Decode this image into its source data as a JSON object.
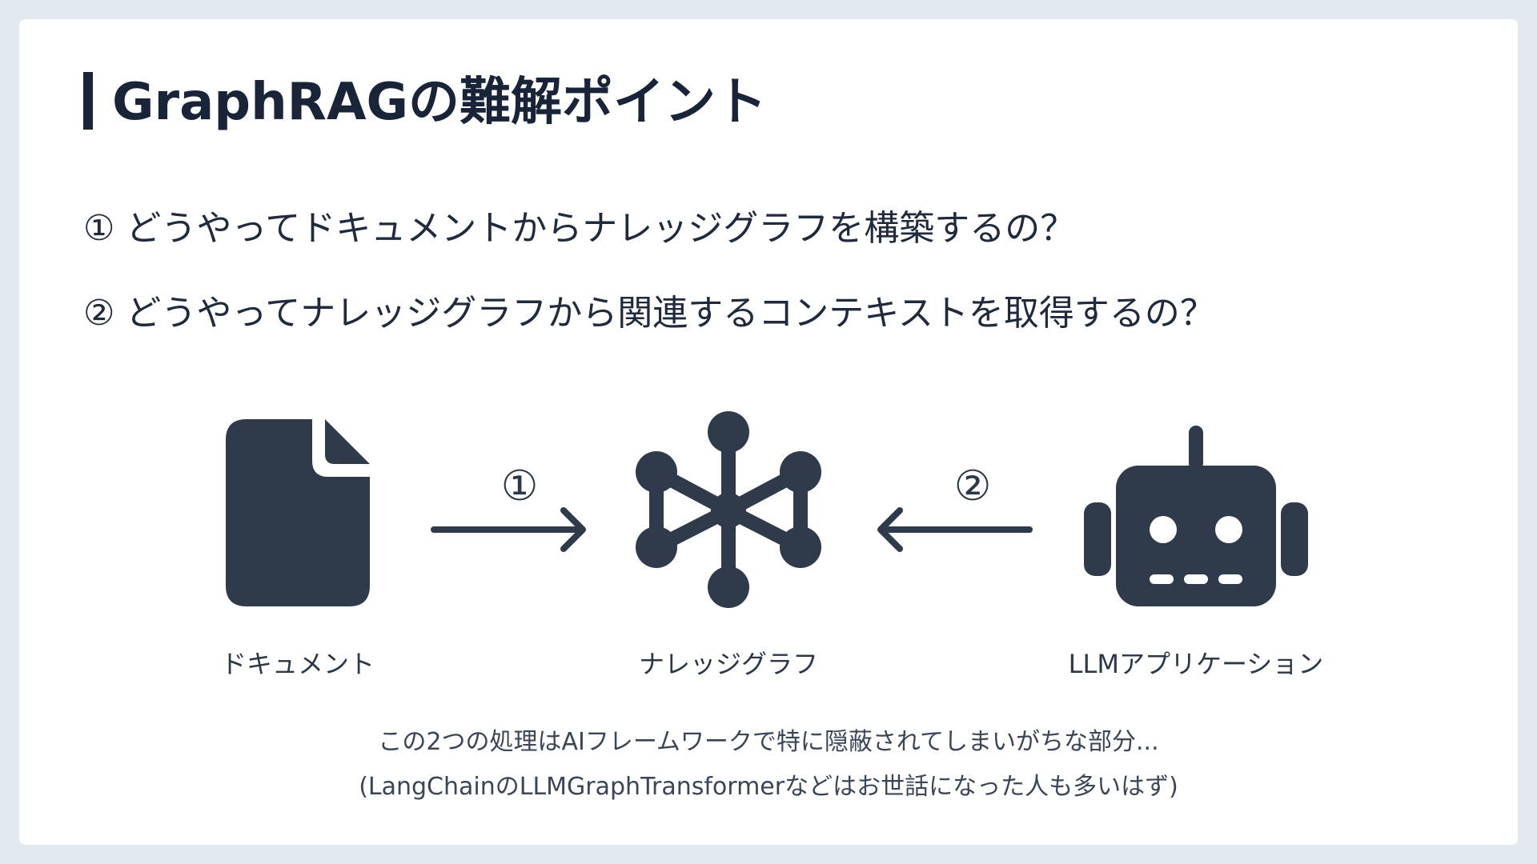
{
  "slide": {
    "title": "GraphRAGの難解ポイント",
    "questions": [
      "① どうやってドキュメントからナレッジグラフを構築するの？",
      "② どうやってナレッジグラフから関連するコンテキストを取得するの？"
    ]
  },
  "diagram": {
    "nodes": {
      "document": {
        "label": "ドキュメント",
        "icon": "document-icon"
      },
      "graph": {
        "label": "ナレッジグラフ",
        "icon": "knowledge-graph-icon"
      },
      "llm": {
        "label": "LLMアプリケーション",
        "icon": "robot-icon"
      }
    },
    "steps": {
      "step1": "①",
      "step2": "②"
    }
  },
  "notes": [
    "この2つの処理はAIフレームワークで特に隠蔽されてしまいがちな部分...",
    "(LangChainのLLMGraphTransformerなどはお世話になった人も多いはず)"
  ],
  "colors": {
    "background": "#e3e9f1",
    "slide": "#ffffff",
    "icon": "#2f3a4a",
    "title": "#1a2438"
  }
}
